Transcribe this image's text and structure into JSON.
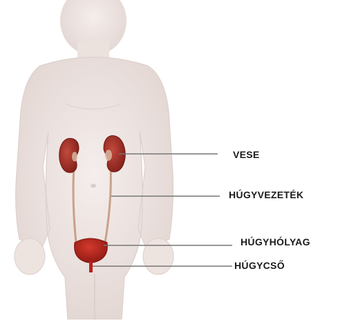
{
  "diagram": {
    "labels": {
      "vese": "VESE",
      "hugyvezetek": "HÚGYVEZETÉK",
      "hugyholyag": "HÚGYHÓLYAG",
      "hugycso": "HÚGYCSŐ"
    },
    "colors": {
      "background": "#ffffff",
      "skin": "#efe6e3",
      "skin_shadow": "#dcd0cc",
      "kidney": "#9a2a22",
      "kidney_highlight": "#c9584a",
      "ureter": "#c9a08a",
      "bladder": "#b8221c",
      "leader_line": "#777777"
    }
  }
}
